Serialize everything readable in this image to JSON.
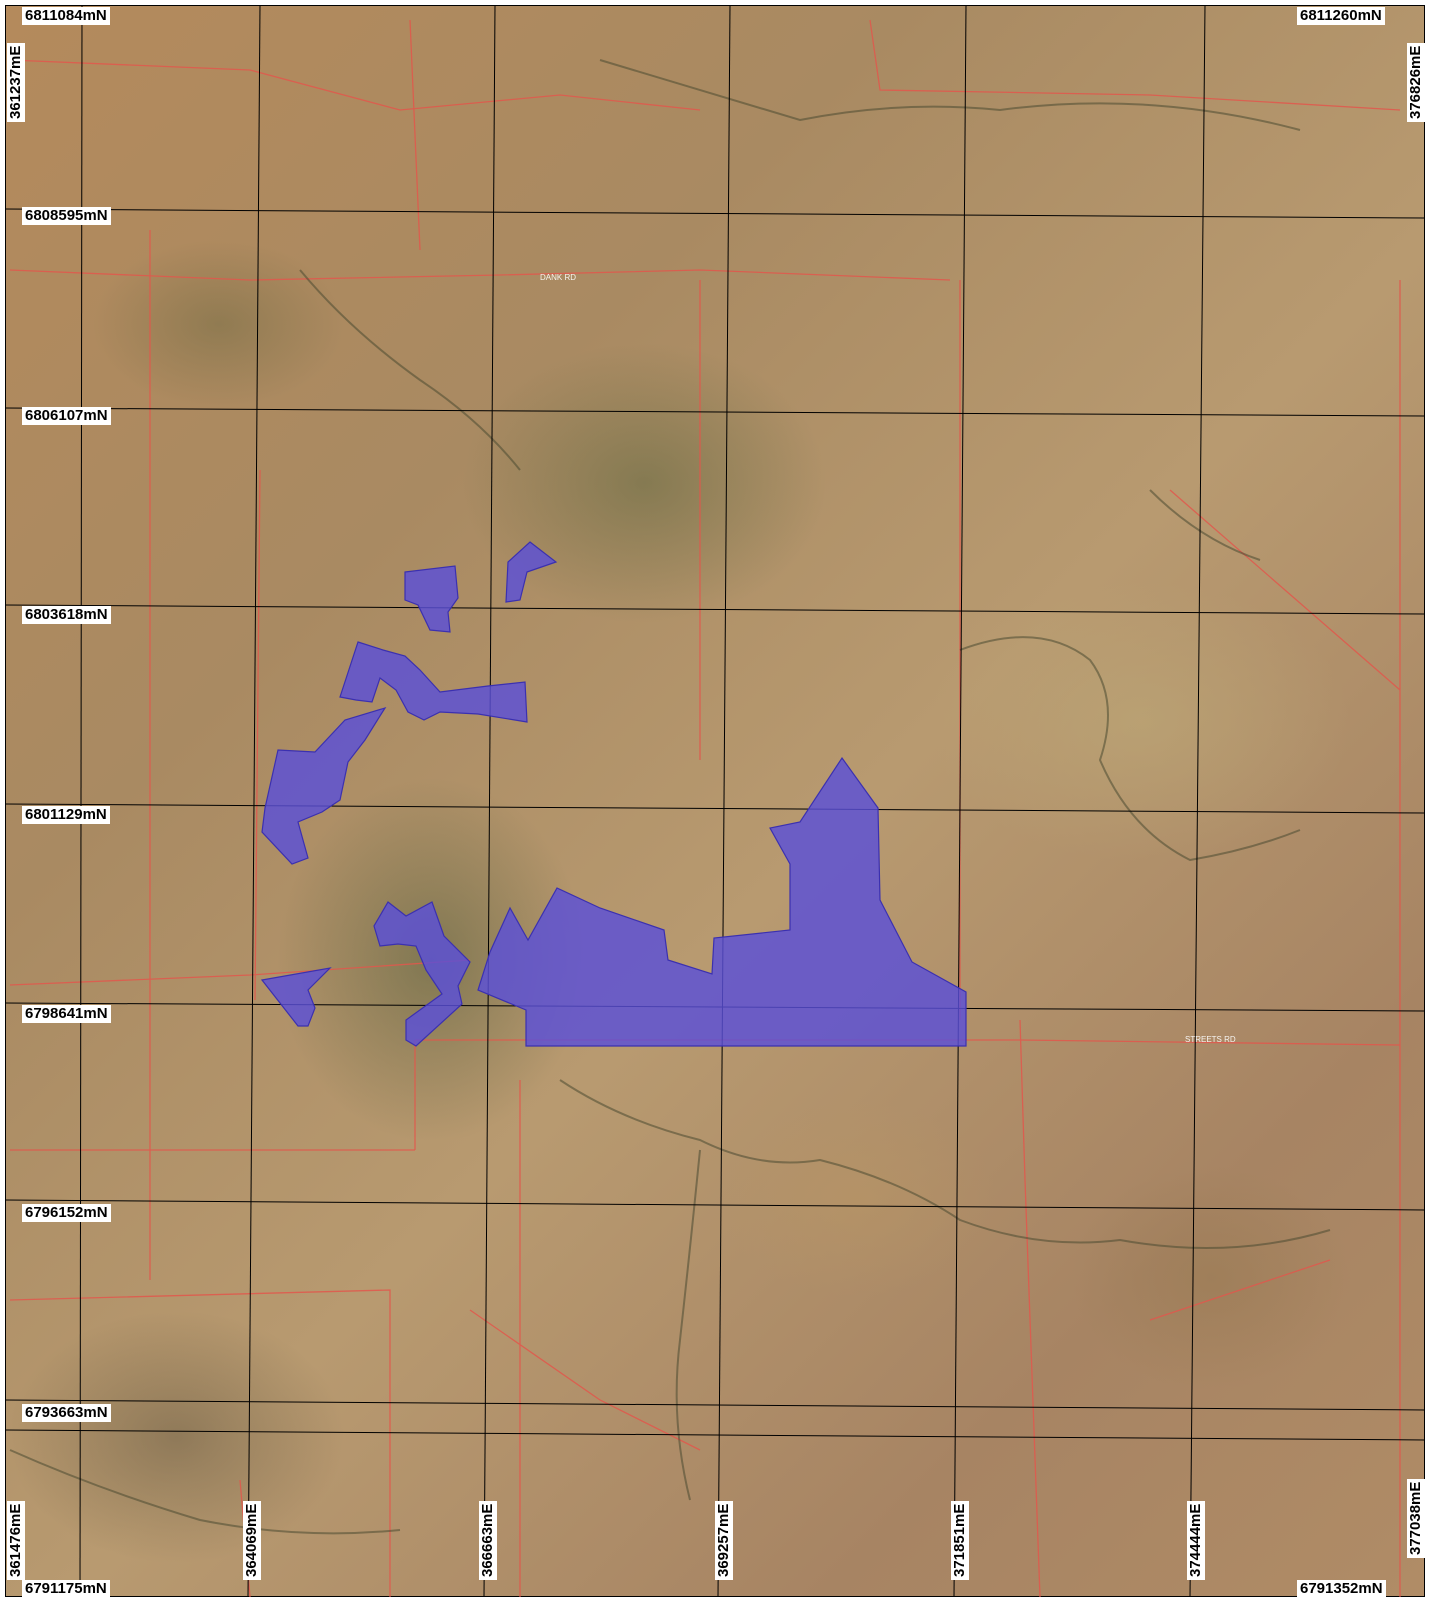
{
  "map": {
    "imagery": "aerial-satellite",
    "colors": {
      "grid": "#000000",
      "roads": "#e2574c",
      "polygon_fill": "#5a4fd8",
      "polygon_stroke": "#3b30b0",
      "label_bg": "#ffffff"
    },
    "northing_labels_left": [
      "6811084mN",
      "6808595mN",
      "6806107mN",
      "6803618mN",
      "6801129mN",
      "6798641mN",
      "6796152mN",
      "6793663mN",
      "6791175mN"
    ],
    "northing_label_top_right": "6811260mN",
    "northing_label_bottom_right": "6791352mN",
    "easting_labels_bottom": [
      "361476mE",
      "364069mE",
      "366663mE",
      "369257mE",
      "371851mE",
      "374444mE",
      "377038mE"
    ],
    "easting_label_top_left": "361237mE",
    "easting_label_top_right": "376826mE",
    "road_labels": [
      "DANK RD",
      "STREETS RD"
    ]
  }
}
